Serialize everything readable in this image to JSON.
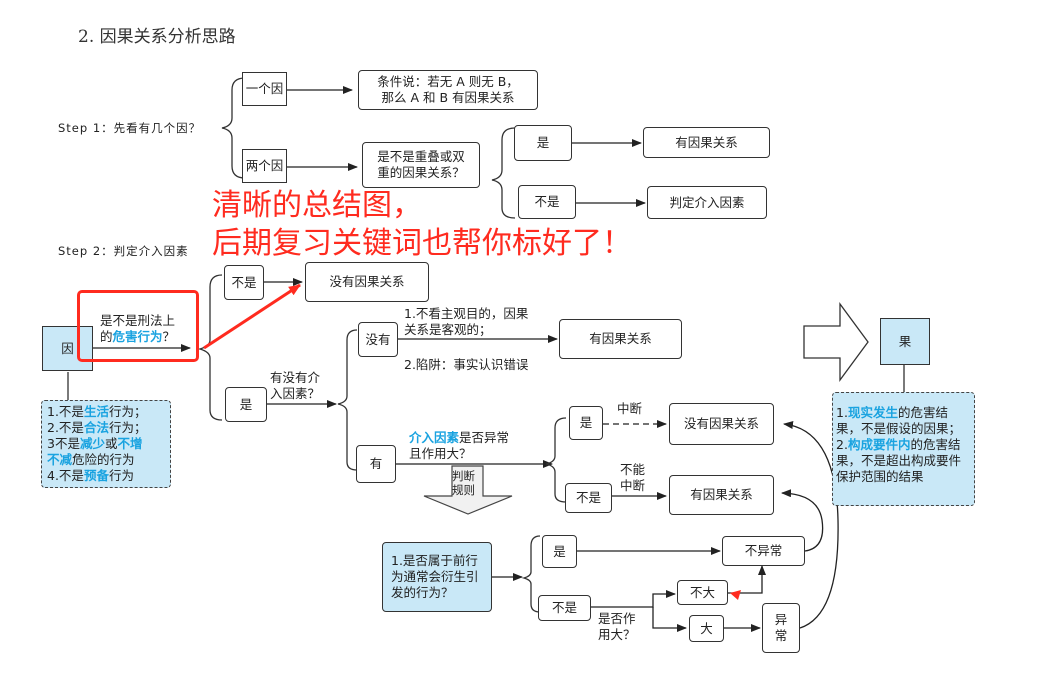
{
  "title": "2. 因果关系分析思路",
  "step1": {
    "label": "Step 1：先看有几个因？",
    "one_cause": "一个因",
    "one_cause_result_l1": "条件说：若无 A 则无 B，",
    "one_cause_result_l2": "那么 A 和 B 有因果关系",
    "two_causes": "两个因",
    "two_causes_question_l1": "是不是重叠或双",
    "two_causes_question_l2": "重的因果关系？",
    "yes": "是",
    "yes_result": "有因果关系",
    "no": "不是",
    "no_result": "判定介入因素"
  },
  "annotation": {
    "line1": "清晰的总结图，",
    "line2": "后期复习关键词也帮你标好了！"
  },
  "step2": {
    "label": "Step 2：判定介入因素",
    "cause": "因",
    "effect": "果",
    "harm_question_l1": "是不是刑法上",
    "harm_question_l2_pre": "的",
    "harm_question_l2_hl": "危害行为",
    "harm_question_l2_post": "？",
    "not_harm": "不是",
    "not_harm_result": "没有因果关系",
    "is_harm": "是",
    "intervening_question_l1": "有没有介",
    "intervening_question_l2": "入因素？",
    "none": "没有",
    "none_note_l1": "1.不看主观目的，因果",
    "none_note_l2": "关系是客观的；",
    "none_note_l3": "2.陷阱：事实认识错误",
    "none_result": "有因果关系",
    "has": "有",
    "abnormal_question_hl": "介入因素",
    "abnormal_question_l1_post": "是否异常",
    "abnormal_question_l2": "且作用大？",
    "abn_yes": "是",
    "abn_yes_label": "中断",
    "abn_yes_result": "没有因果关系",
    "abn_no": "不是",
    "abn_no_label_l1": "不能",
    "abn_no_label_l2": "中断",
    "abn_no_result": "有因果关系",
    "rule_arrow_l1": "判断",
    "rule_arrow_l2": "规则"
  },
  "cause_notes": [
    {
      "pre": "1.不是",
      "hl": "生活",
      "post": "行为；"
    },
    {
      "pre": "2.不是",
      "hl": "合法",
      "post": "行为；"
    },
    {
      "pre": "3不是",
      "hl": "减少",
      "post": "或",
      "hl2": "不增"
    },
    {
      "pre": "",
      "hl": "不减",
      "post": "危险的行为"
    },
    {
      "pre": "4.不是",
      "hl": "预备",
      "post": "行为"
    }
  ],
  "effect_notes": {
    "l1_pre": "1.",
    "l1_hl": "现实发生",
    "l1_post": "的危害结",
    "l2": "果，不是假设的因果；",
    "l3_pre": "2.",
    "l3_hl": "构成要件内",
    "l3_post": "的危害结",
    "l4": "果，不是超出构成要件",
    "l5": "保护范围的结果"
  },
  "rules": {
    "question_l1": "1.是否属于前行",
    "question_l2": "为通常会衍生引",
    "question_l3": "发的行为？",
    "yes": "是",
    "no": "不是",
    "effect_question_l1": "是否作",
    "effect_question_l2": "用大？",
    "not_large": "不大",
    "large": "大",
    "not_abnormal": "不异常",
    "abnormal_l1": "异",
    "abnormal_l2": "常"
  },
  "colors": {
    "highlight": "#1aa3e0",
    "annotation_red": "#ff2b1f",
    "node_blue": "#c9e8f7",
    "rule_region_bg": "#f0f1f3"
  }
}
